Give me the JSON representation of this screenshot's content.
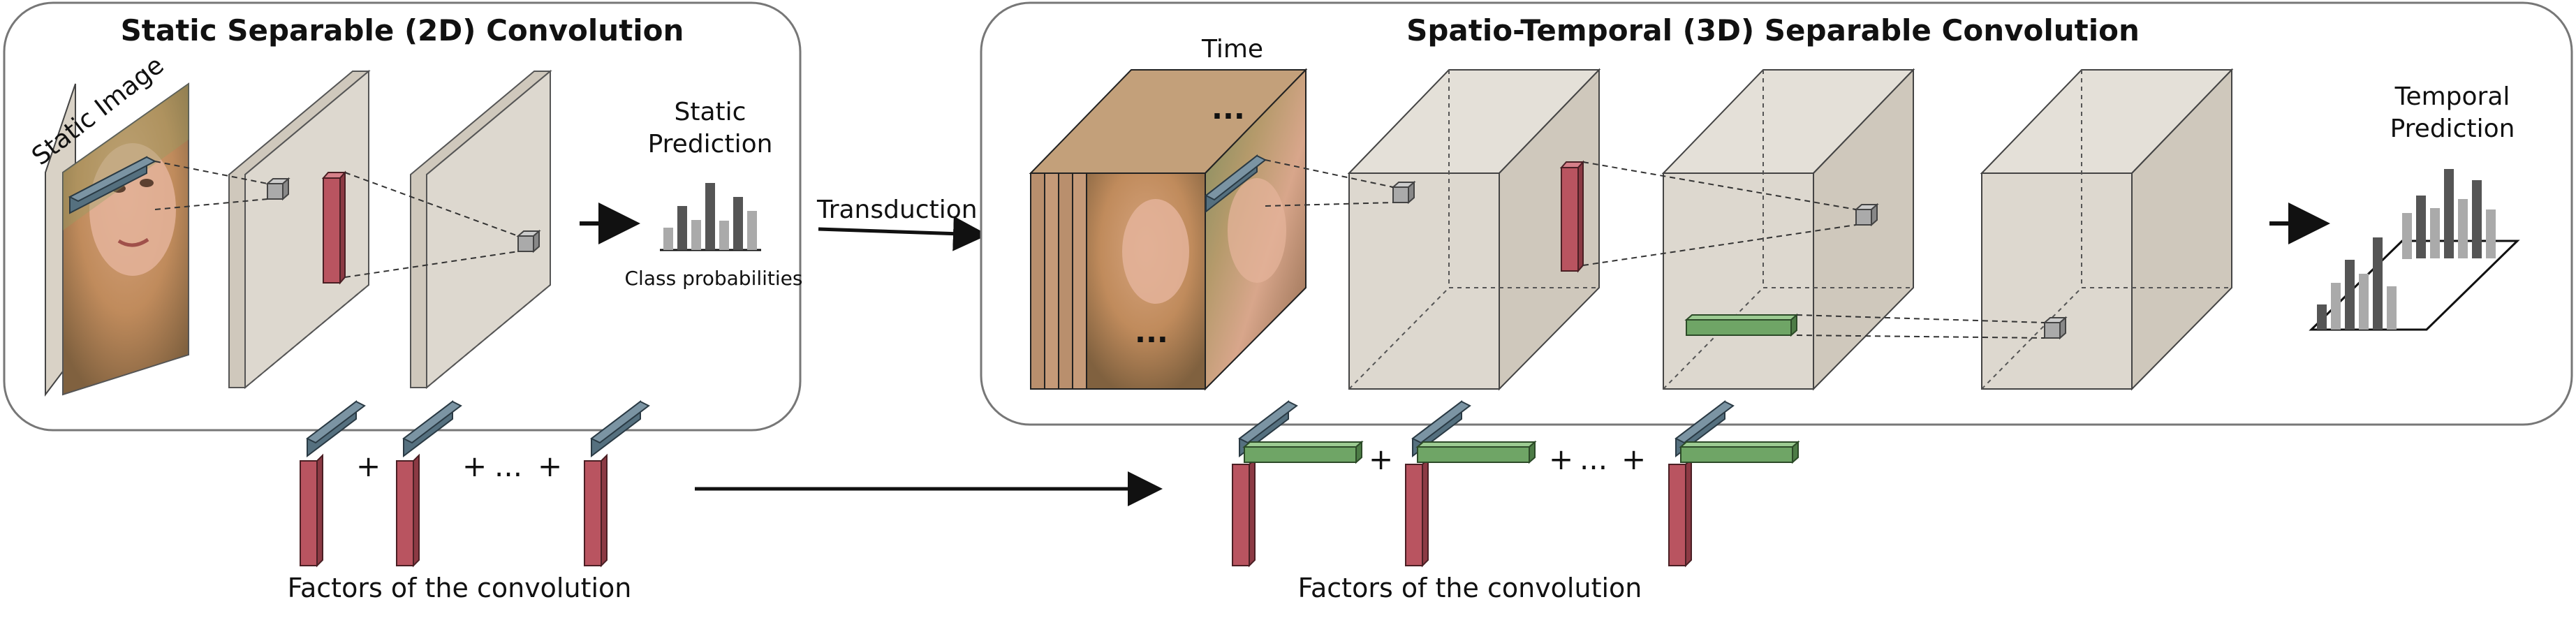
{
  "left_panel": {
    "title": "Static Separable (2D) Convolution",
    "input_label": "Static Image",
    "prediction_label_line1": "Static",
    "prediction_label_line2": "Prediction",
    "histogram_caption": "Class probabilities"
  },
  "right_panel": {
    "title": "Spatio-Temporal (3D) Separable Convolution",
    "time_label": "Time",
    "ellipsis_top": "...",
    "ellipsis_bottom": "...",
    "prediction_label_line1": "Temporal",
    "prediction_label_line2": "Prediction"
  },
  "transduction_label": "Transduction",
  "left_factors": {
    "caption": "Factors of the convolution",
    "plus_1": "+",
    "plus_2": "+",
    "ellipsis": "...",
    "plus_3": "+"
  },
  "right_factors": {
    "caption": "Factors of the convolution",
    "plus_1": "+",
    "plus_2": "+",
    "ellipsis": "...",
    "plus_3": "+"
  },
  "colors": {
    "face_factor": "#55707f",
    "red_factor": "#b95460",
    "green_factor": "#6fa566",
    "feature_map": "#ddd8cf",
    "panel_border": "#777777",
    "histogram_bar_dark": "#555555",
    "histogram_bar_light": "#aaaaaa"
  }
}
